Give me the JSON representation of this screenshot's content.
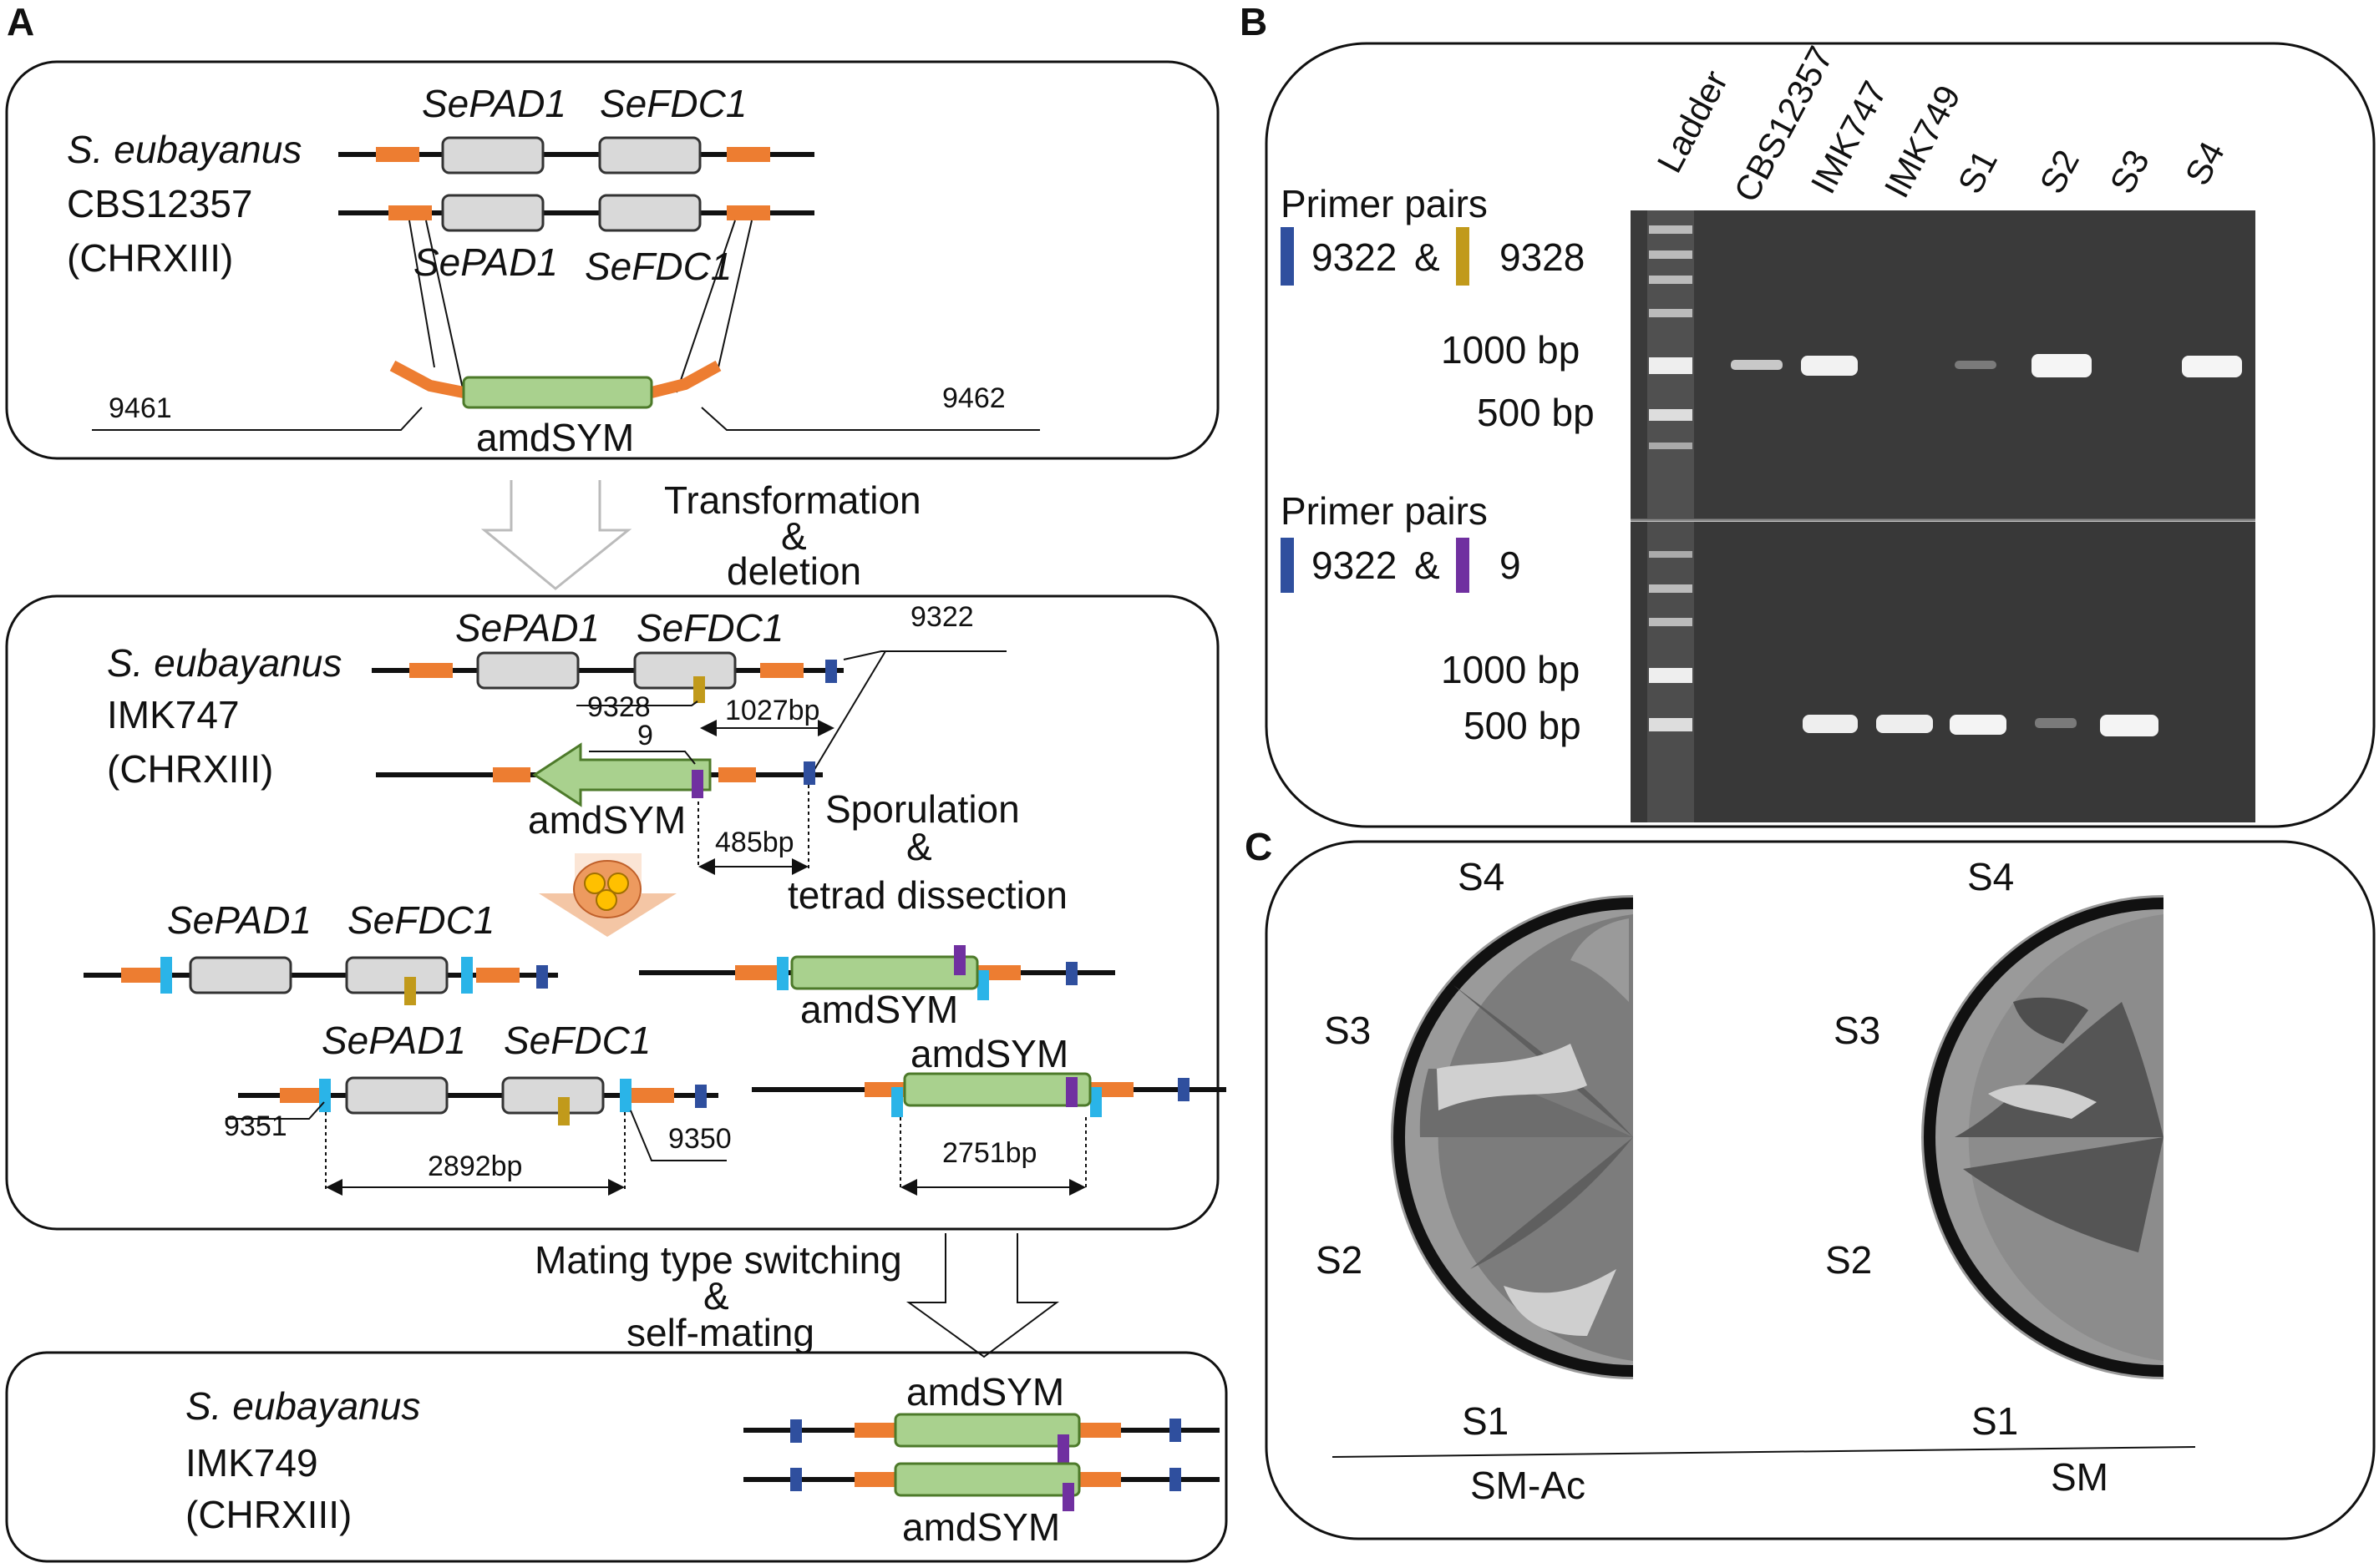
{
  "panels": {
    "a": "A",
    "b": "B",
    "c": "C"
  },
  "panel_a": {
    "strain1": {
      "species": "S. eubayanus",
      "strain": "CBS12357",
      "chr": "(CHRXIII)"
    },
    "genes": {
      "pad1": "SePAD1",
      "fdc1": "SeFDC1"
    },
    "cassette": "amdSYM",
    "primers": {
      "p9461": "9461",
      "p9462": "9462",
      "p9322": "9322",
      "p9328": "9328",
      "p9": "9",
      "p9351": "9351",
      "p9350": "9350"
    },
    "step1": {
      "l1": "Transformation",
      "l2": "&",
      "l3": "deletion"
    },
    "strain2": {
      "species": "S. eubayanus",
      "strain": "IMK747",
      "chr": "(CHRXIII)"
    },
    "sizes": {
      "s1027": "1027bp",
      "s485": "485bp",
      "s2892": "2892bp",
      "s2751": "2751bp"
    },
    "step2": {
      "l1": "Sporulation",
      "l2": "&",
      "l3": "tetrad dissection"
    },
    "step3": {
      "l1": "Mating type switching",
      "l2": "&",
      "l3": "self-mating"
    },
    "strain3": {
      "species": "S. eubayanus",
      "strain": "IMK749",
      "chr": "(CHRXIII)"
    }
  },
  "panel_b": {
    "lanes": [
      "Ladder",
      "CBS12357",
      "IMK747",
      "IMK749",
      "S1",
      "S2",
      "S3",
      "S4"
    ],
    "gel1": {
      "title": "Primer pairs",
      "p1": "9322",
      "amp": "&",
      "p2": "9328",
      "m1000": "1000 bp",
      "m500": "500 bp"
    },
    "gel2": {
      "title": "Primer pairs",
      "p1": "9322",
      "amp": "&",
      "p2": "9",
      "m1000": "1000 bp",
      "m500": "500 bp"
    },
    "colors": {
      "p9322": "#2f4f9e",
      "p9328": "#c19a1b",
      "p9": "#7030a0"
    }
  },
  "panel_c": {
    "plate1": {
      "s4": "S4",
      "s3": "S3",
      "s2": "S2",
      "s1": "S1",
      "medium": "SM-Ac"
    },
    "plate2": {
      "s4": "S4",
      "s3": "S3",
      "s2": "S2",
      "s1": "S1",
      "medium": "SM"
    }
  }
}
